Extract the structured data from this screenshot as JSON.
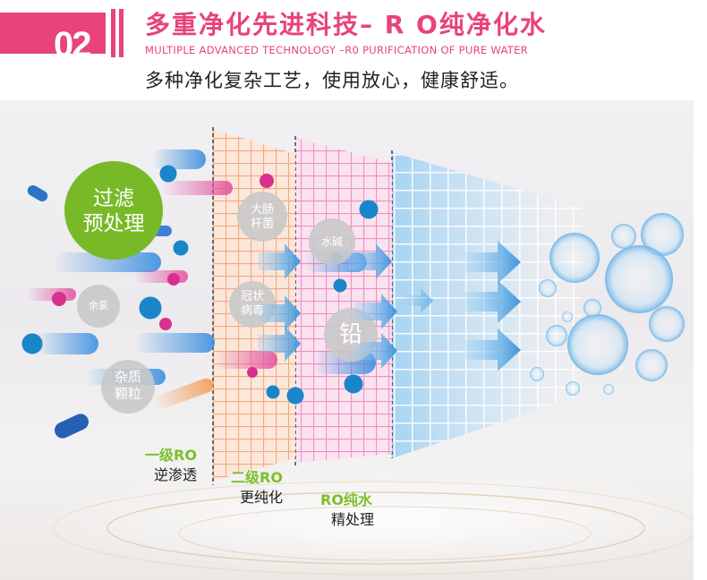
{
  "header": {
    "number": "02",
    "title_cn": "多重净化先进科技– R O纯净化水",
    "title_en": "MULTIPLE ADVANCED TECHNOLOGY –R0 PURIFICATION OF PURE WATER",
    "subtitle": "多种净化复杂工艺，使用放心，健康舒适。"
  },
  "colors": {
    "accent": "#e8437a",
    "green": "#7bbf2a",
    "filter1": "#f4a882",
    "filter2": "#f08fc4",
    "filter3": "#9fd0f2",
    "arrow": "#3c95dd"
  },
  "bubbles": {
    "prefilter_line1": "过滤",
    "prefilter_line2": "预处理",
    "chlorine": "余氯",
    "particles_line1": "杂质",
    "particles_line2": "颗粒",
    "ecoli_line1": "大肠",
    "ecoli_line2": "杆菌",
    "virus_line1": "冠状",
    "virus_line2": "病毒",
    "alkali": "水碱",
    "lead": "铅"
  },
  "stages": [
    {
      "title": "一级RO",
      "desc": "逆渗透"
    },
    {
      "title": "二级RO",
      "desc": "更纯化"
    },
    {
      "title": "RO纯水",
      "desc": "精处理"
    }
  ]
}
